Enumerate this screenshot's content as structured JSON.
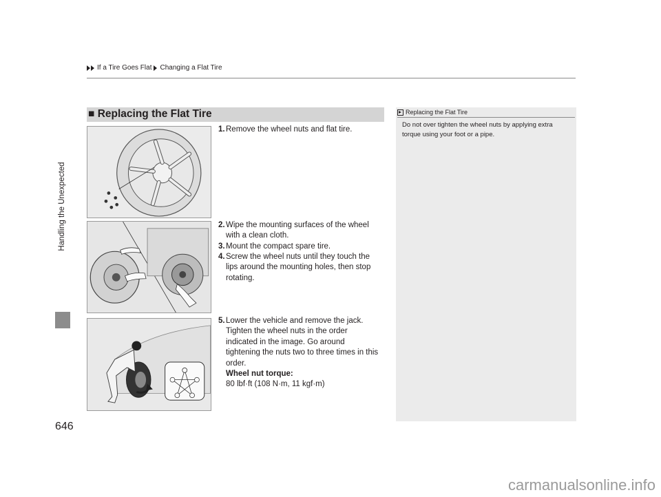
{
  "breadcrumb": {
    "item1": "If a Tire Goes Flat",
    "item2": "Changing a Flat Tire"
  },
  "side_tab": "Handling the Unexpected",
  "page_number": "646",
  "section": {
    "marker": "■",
    "title": "Replacing the Flat Tire"
  },
  "steps": [
    {
      "num": "1.",
      "text": "Remove the wheel nuts and flat tire."
    },
    {
      "num": "2.",
      "text": "Wipe the mounting surfaces of the wheel with a clean cloth."
    },
    {
      "num": "3.",
      "text": "Mount the compact spare tire."
    },
    {
      "num": "4.",
      "text": "Screw the wheel nuts until they touch the lips around the mounting holes, then stop rotating."
    },
    {
      "num": "5.",
      "text": "Lower the vehicle and remove the jack. Tighten the wheel nuts in the order indicated in the image. Go around tightening the nuts two to three times in this order."
    }
  ],
  "torque": {
    "label": "Wheel nut torque:",
    "value": "80 lbf·ft (108 N·m, 11 kgf·m)"
  },
  "note": {
    "heading": "Replacing the Flat Tire",
    "text": "Do not over tighten the wheel nuts by applying extra torque using your foot or a pipe."
  },
  "watermark": "carmanualsonline.info",
  "colors": {
    "section_bar": "#d4d4d4",
    "note_panel": "#ebebeb",
    "side_tab": "#8c8c8c",
    "figure_bg": "#ebebeb"
  }
}
